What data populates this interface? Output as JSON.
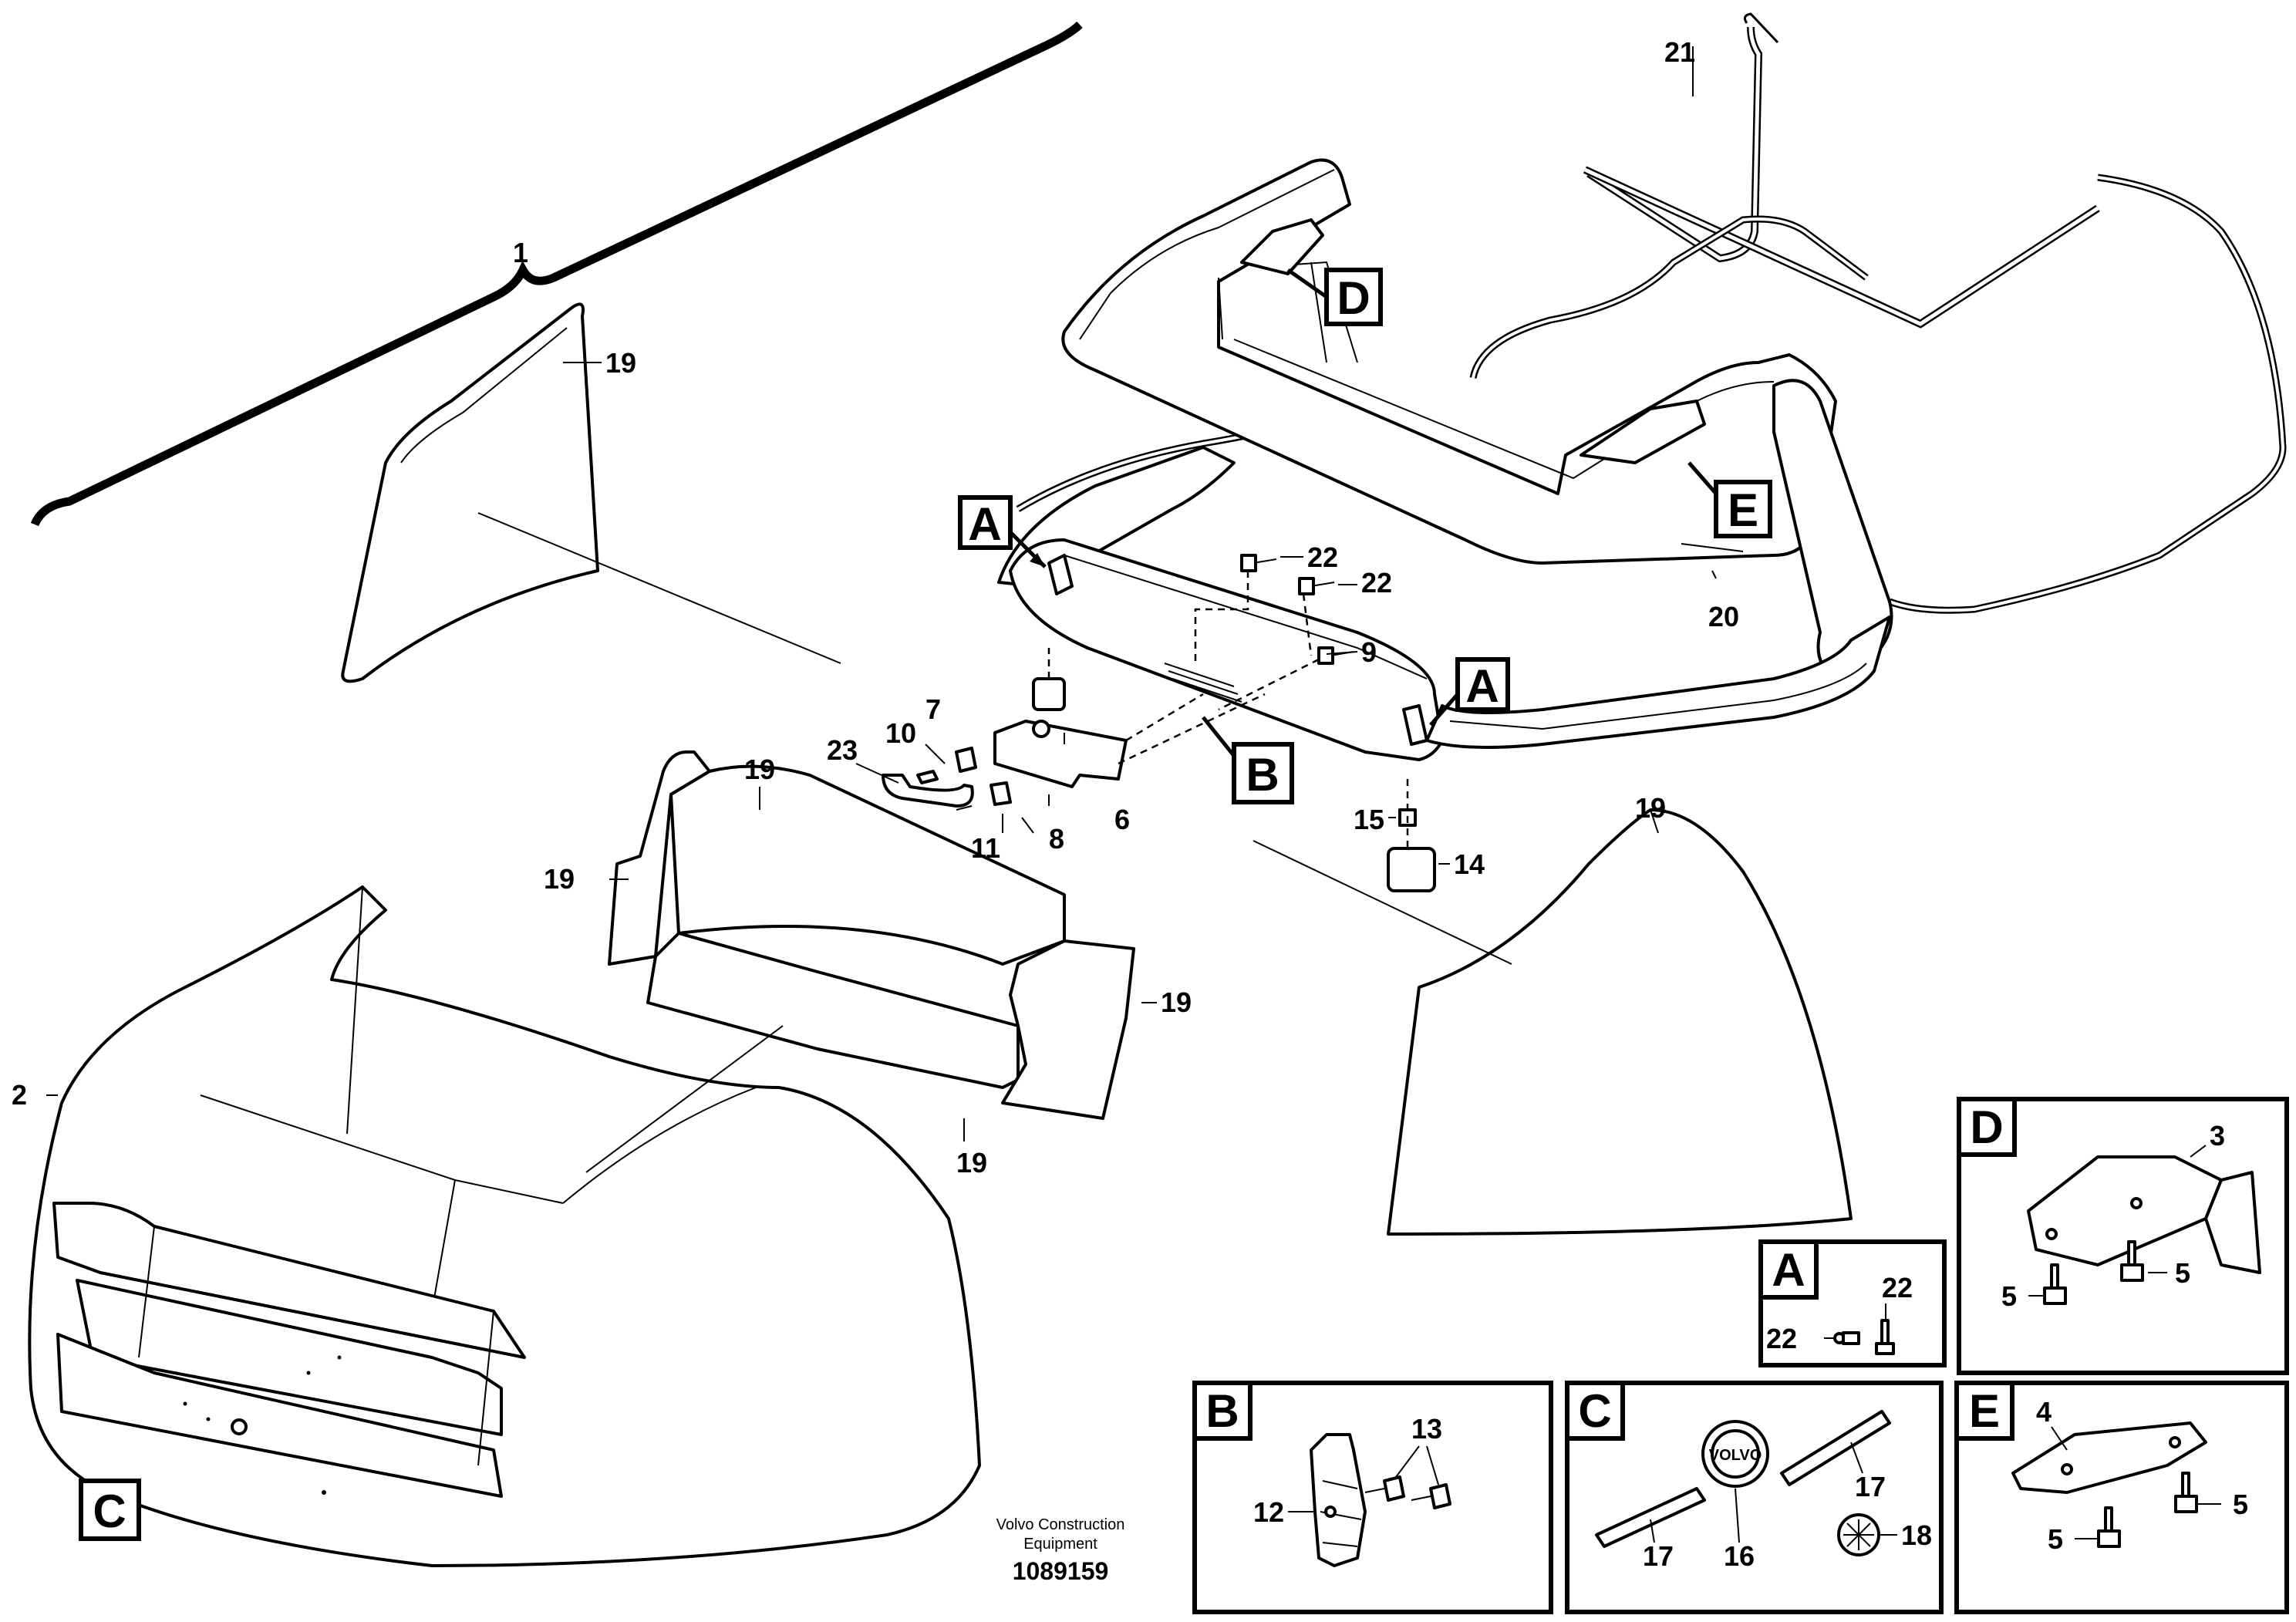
{
  "callouts": {
    "c1": "1",
    "c2": "2",
    "c3": "3",
    "c4": "4",
    "c5": "5",
    "c6": "6",
    "c7": "7",
    "c8": "8",
    "c9": "9",
    "c10": "10",
    "c11": "11",
    "c12": "12",
    "c13": "13",
    "c14": "14",
    "c15": "15",
    "c16": "16",
    "c17": "17",
    "c18": "18",
    "c19": "19",
    "c20": "20",
    "c21": "21",
    "c22": "22",
    "c23": "23"
  },
  "view_labels": {
    "a": "A",
    "b": "B",
    "c": "C",
    "d": "D",
    "e": "E"
  },
  "emblem": {
    "text": "VOLVO"
  },
  "footer": {
    "company_line1": "Volvo Construction",
    "company_line2": "Equipment",
    "drawing_number": "1089159"
  }
}
